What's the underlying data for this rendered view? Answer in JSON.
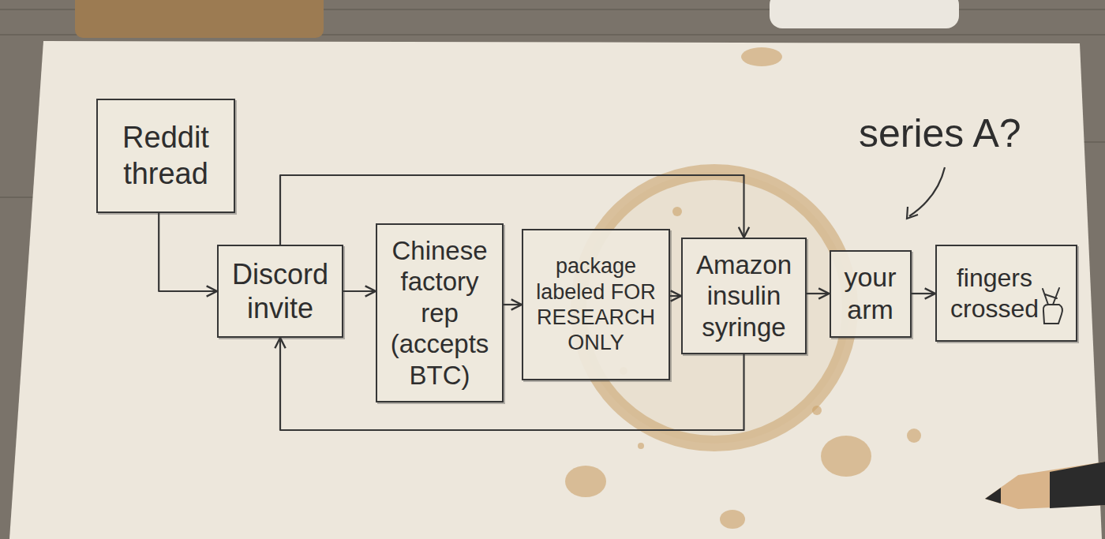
{
  "diagram": {
    "nodes": [
      {
        "text": [
          "Reddit thread"
        ]
      },
      {
        "text": [
          "Discord invite"
        ]
      },
      {
        "text": [
          "Chinese factory rep (accepts BTC)"
        ]
      },
      {
        "text": [
          "package labeled FOR RESEARCH ONLY"
        ]
      },
      {
        "text": [
          "Amazon insulin syringe"
        ]
      },
      {
        "text": [
          "your arm"
        ]
      },
      {
        "text": [
          "fingers crossed"
        ]
      }
    ],
    "edges": [
      {
        "from": 0,
        "to": 1,
        "arrow": "to"
      },
      {
        "from": 1,
        "to": 2,
        "arrow": "to"
      },
      {
        "from": 2,
        "to": 3,
        "arrow": "to"
      },
      {
        "from": 3,
        "to": 4,
        "arrow": "to"
      },
      {
        "from": 4,
        "to": 5,
        "arrow": "to"
      },
      {
        "from": 5,
        "to": 6,
        "arrow": "to"
      },
      {
        "from": 1,
        "to": 4,
        "arrow": "to"
      },
      {
        "from": 4,
        "to": 1,
        "arrow": "to"
      }
    ],
    "labels": [
      "series A?"
    ]
  }
}
